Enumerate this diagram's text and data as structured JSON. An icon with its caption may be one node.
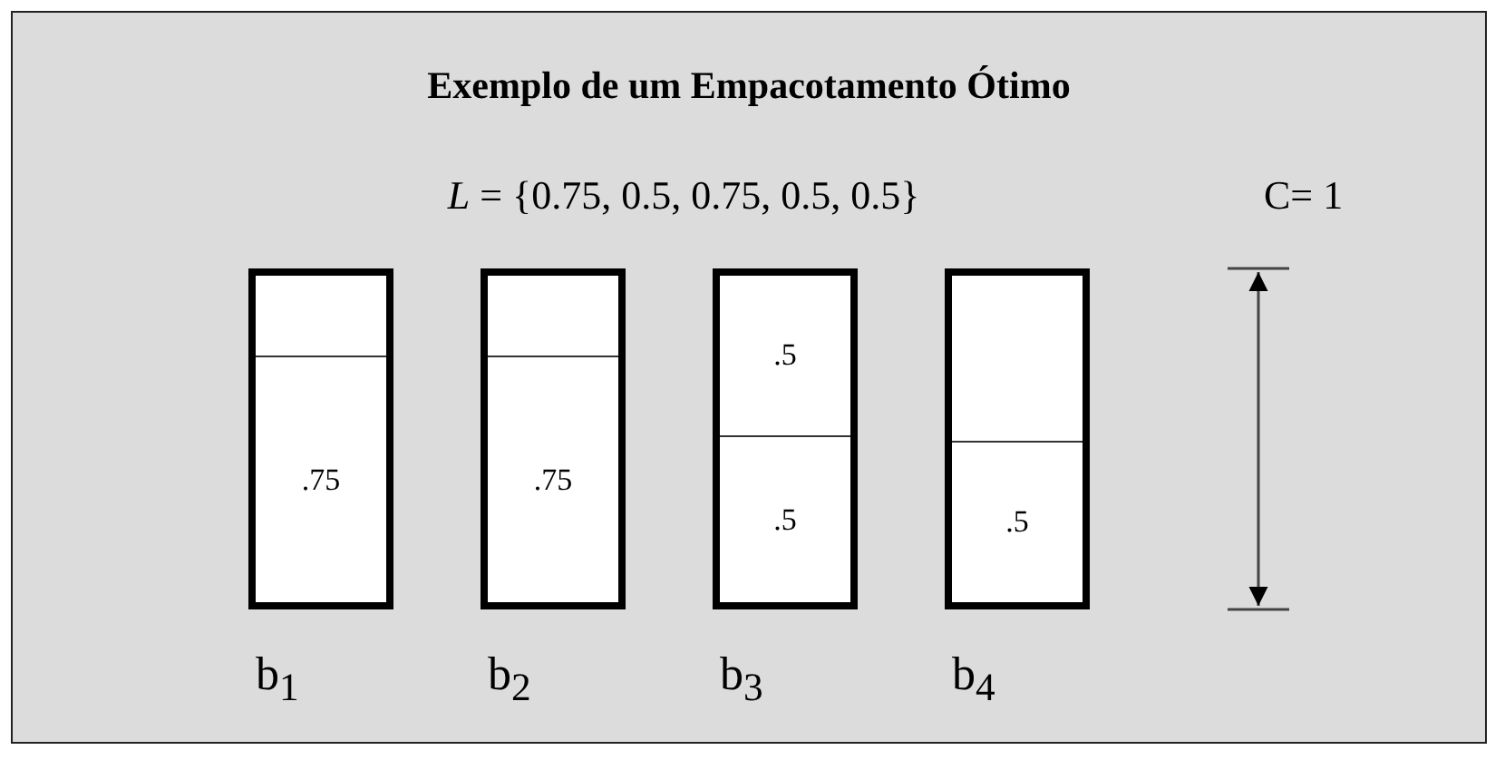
{
  "diagram": {
    "title": "Exemplo de um Empacotamento Ótimo",
    "nodes": [
      {
        "text": [],
        "shape": "box",
        "beside": [
          "b$_{1}$"
        ]
      },
      {
        "text": [],
        "shape": "box",
        "in": 0
      },
      {
        "text": [
          ".75"
        ],
        "in": 0
      },
      {
        "text": [],
        "shape": "box",
        "beside": [
          "b$_{2}$"
        ]
      },
      {
        "text": [],
        "shape": "box",
        "in": 3
      },
      {
        "text": [
          ".75"
        ],
        "in": 3
      },
      {
        "text": [],
        "shape": "box",
        "beside": [
          "b$_{3}$"
        ]
      },
      {
        "text": [
          ".5"
        ],
        "in": 6
      },
      {
        "text": [
          ".5"
        ],
        "in": 6
      },
      {
        "text": [],
        "shape": "box",
        "beside": [
          "b$_{4}$"
        ]
      },
      {
        "text": [],
        "shape": "box",
        "in": 9
      },
      {
        "text": [
          ".5"
        ],
        "in": 9
      }
    ],
    "labels": [
      "*L* = {0.75, 0.5, 0.75, 0.5, 0.5}",
      "C= 1"
    ]
  }
}
